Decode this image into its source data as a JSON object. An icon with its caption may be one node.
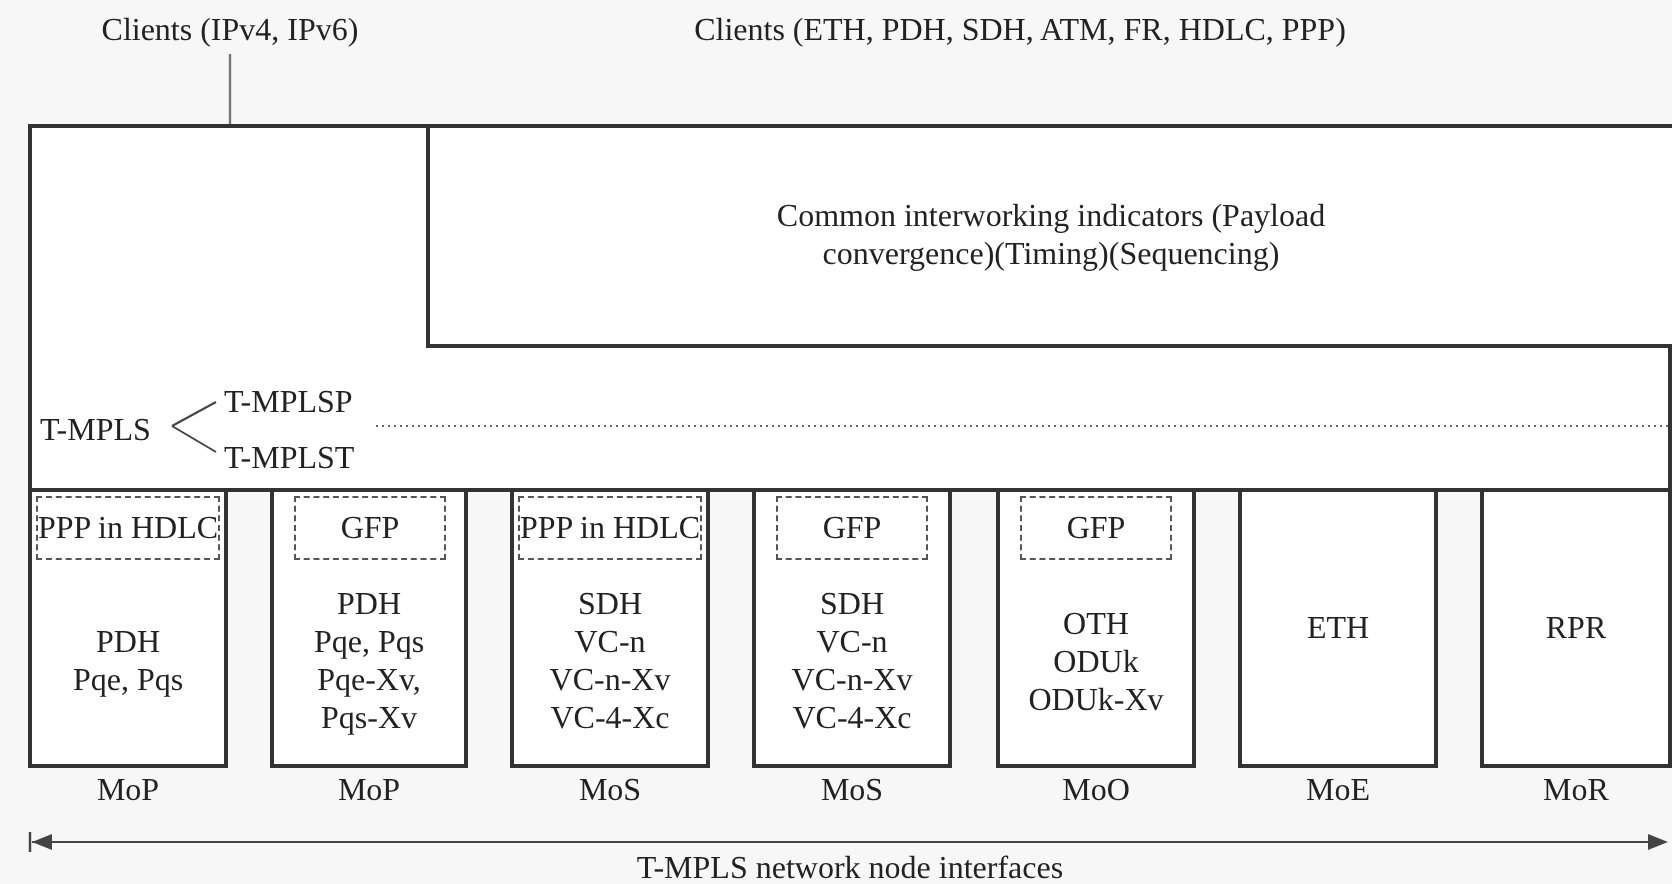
{
  "diagram": {
    "nodes": [
      {
        "text": [
          "Clients (IPv4, IPv6)"
        ]
      },
      {
        "text": [
          "T-MPLS",
          "T-MPLSP",
          "T-MPLST"
        ]
      },
      {
        "text": [
          "Common interworking indicators (Payload convergence)(Timing)(Sequencing)"
        ],
        "in": 1
      },
      {
        "text": [
          "PDH",
          "Pqe, Pqs"
        ],
        "beside": [
          "MoP"
        ]
      },
      {
        "text": [
          "PPP in HDLC"
        ],
        "in": 3
      },
      {
        "text": [
          "PDH",
          "Pqe, Pqs",
          "Pqe-Xv, Pqs-Xv"
        ],
        "beside": [
          "MoP"
        ]
      },
      {
        "text": [
          "GFP"
        ],
        "in": 5
      },
      {
        "text": [
          "SDH",
          "VC-n",
          "VC-n-Xv",
          "VC-4-Xc"
        ],
        "beside": [
          "MoS"
        ]
      },
      {
        "text": [
          "PPP in HDLC"
        ],
        "in": 7
      },
      {
        "text": [
          "SDH",
          "VC-n",
          "VC-n-Xv",
          "VC-4-Xc"
        ],
        "beside": [
          "MoS"
        ]
      },
      {
        "text": [
          "GFP"
        ],
        "in": 9
      },
      {
        "text": [
          "OTH",
          "ODUk",
          "ODUk-Xv"
        ],
        "beside": [
          "MoO"
        ]
      },
      {
        "text": [
          "GFP"
        ],
        "in": 11
      },
      {
        "text": [
          "ETH"
        ],
        "beside": [
          "MoE"
        ]
      },
      {
        "text": [
          "RPR"
        ],
        "beside": [
          "MoR"
        ]
      }
    ],
    "edges": [
      {
        "from": 0,
        "to": 1,
        "arrow": "none"
      }
    ],
    "labels": [
      "Clients (ETH, PDH, SDH, ATM, FR, HDLC, PPP)",
      "T-MPLS network node interfaces"
    ]
  }
}
